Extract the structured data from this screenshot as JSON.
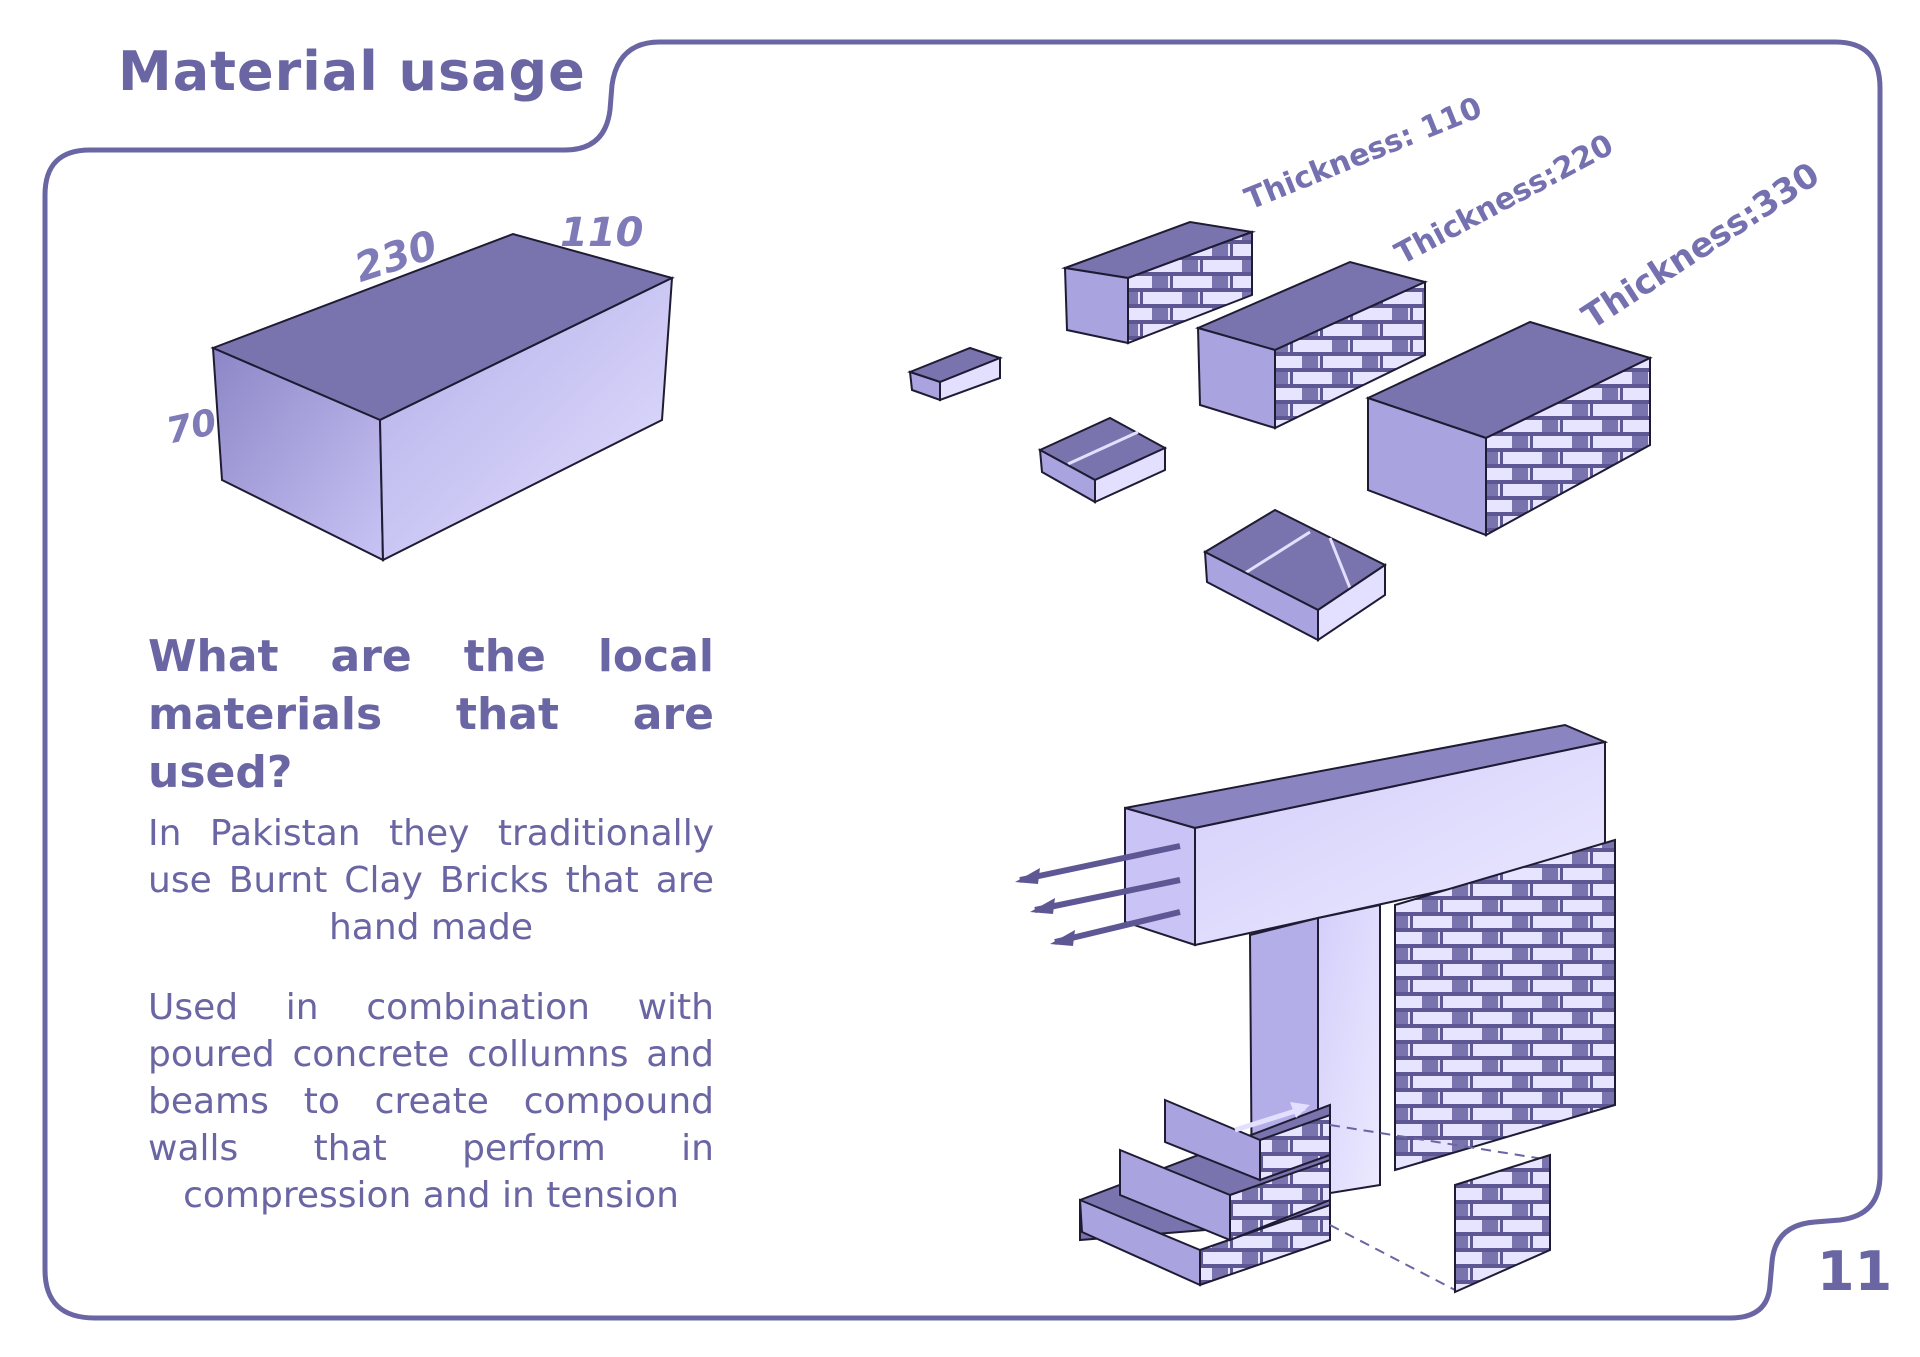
{
  "header": {
    "title": "Material usage"
  },
  "page": {
    "number": "11"
  },
  "brick": {
    "dimensions": {
      "length": "230",
      "width": "110",
      "height": "70"
    }
  },
  "walls": {
    "thickness_labels": [
      "Thickness: 110",
      "Thickness:220",
      "Thickness:330"
    ]
  },
  "content": {
    "question": "What are the local materials that are used?",
    "paragraph_1": "In Pakistan they traditionally use Burnt Clay Bricks that are hand made",
    "paragraph_2": "Used in combination with poured concrete collumns and beams to create compound walls that perform in compression and in tension"
  },
  "colors": {
    "outline": "#6a65a3",
    "brick_top": "#7a74ae",
    "brick_side_light": "#ddd9ff",
    "brick_side_mid": "#a9a3e0",
    "text": "#6a65a3"
  }
}
